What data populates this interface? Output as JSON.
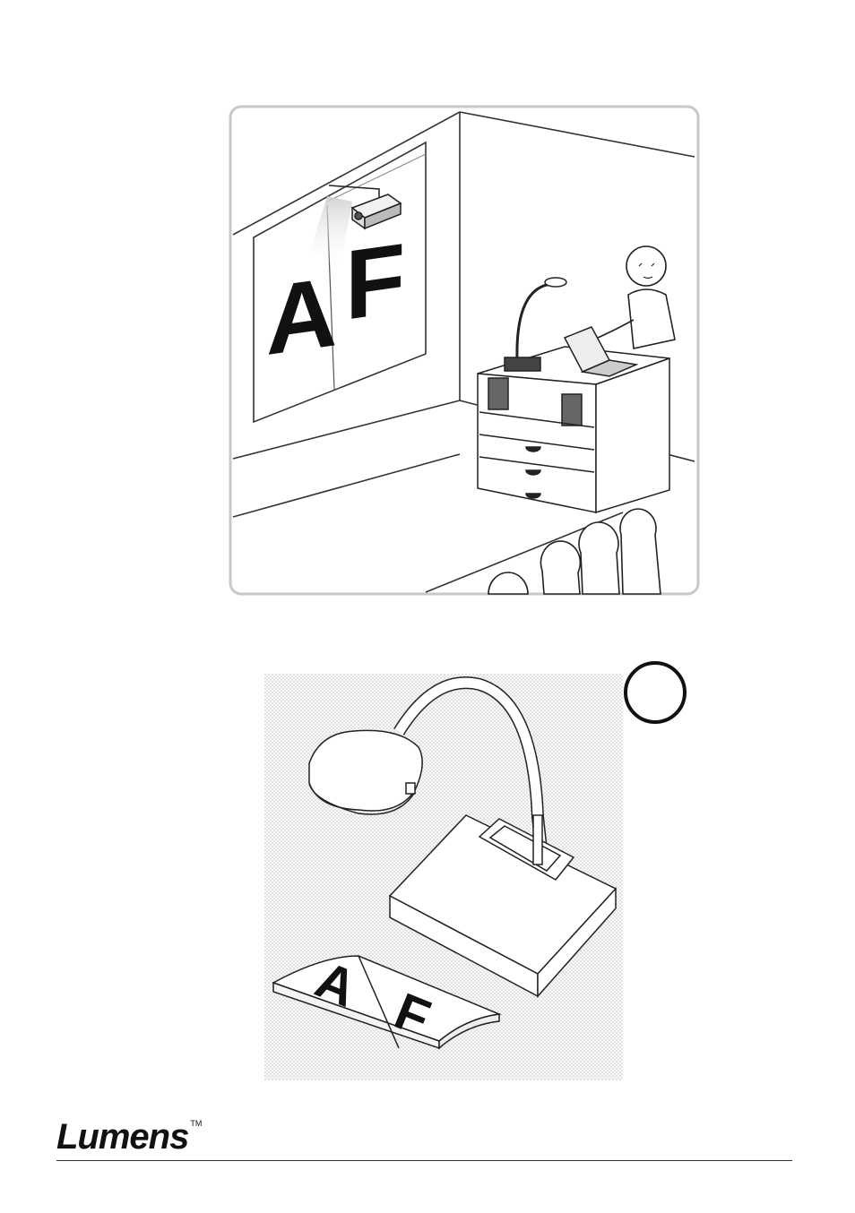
{
  "figure1": {
    "poster_letters": [
      "A",
      "F"
    ]
  },
  "figure2": {
    "book_letters": [
      "A",
      "F"
    ]
  },
  "footer": {
    "brand": "Lumens",
    "trademark": "TM"
  }
}
